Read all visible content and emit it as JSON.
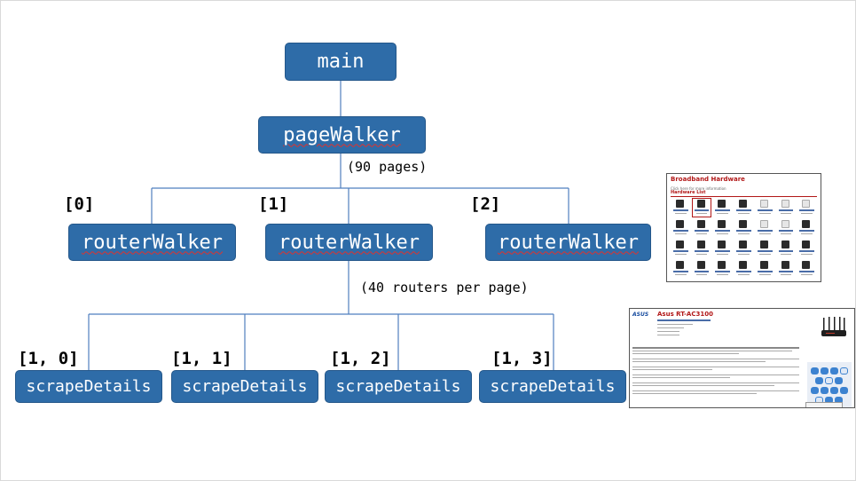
{
  "nodes": {
    "main": "main",
    "page_walker": "pageWalker",
    "router_walker": "routerWalker",
    "scrape_details": "scrapeDetails"
  },
  "notes": {
    "pages": "(90 pages)",
    "routers": "(40 routers per page)"
  },
  "indices": {
    "router": [
      "[0]",
      "[1]",
      "[2]"
    ],
    "scrape": [
      "[1, 0]",
      "[1, 1]",
      "[1, 2]",
      "[1, 3]"
    ]
  },
  "thumbnail_list": {
    "title": "Broadband Hardware",
    "subtitle": "Click here for more information",
    "heading": "Hardware List"
  },
  "thumbnail_detail": {
    "brand": "ASUS",
    "title": "Asus RT-AC3100"
  },
  "colors": {
    "node_fill": "#2e6ca8",
    "line": "#4f7fbf",
    "accent_red": "#b21818"
  }
}
